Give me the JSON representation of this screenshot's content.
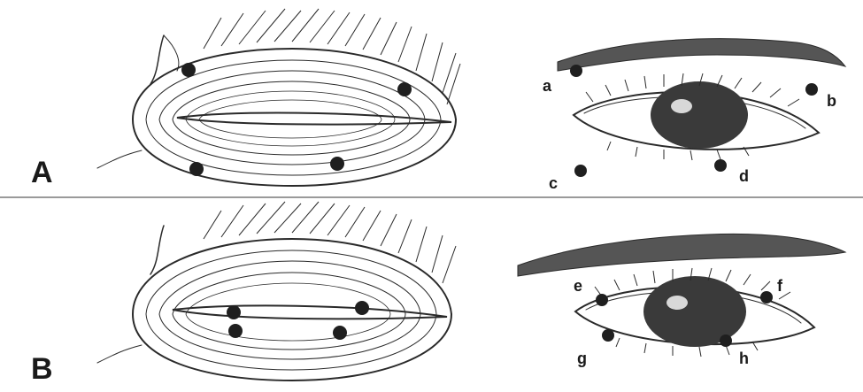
{
  "panels": [
    {
      "label": "A",
      "points": [
        "a",
        "b",
        "c",
        "d"
      ]
    },
    {
      "label": "B",
      "points": [
        "e",
        "f",
        "g",
        "h"
      ]
    }
  ],
  "colors": {
    "ink": "#2a2a2a",
    "dot": "#1f1f1f",
    "divider": "#9a9a9a",
    "iris": "#3a3a3a",
    "background": "#ffffff"
  }
}
